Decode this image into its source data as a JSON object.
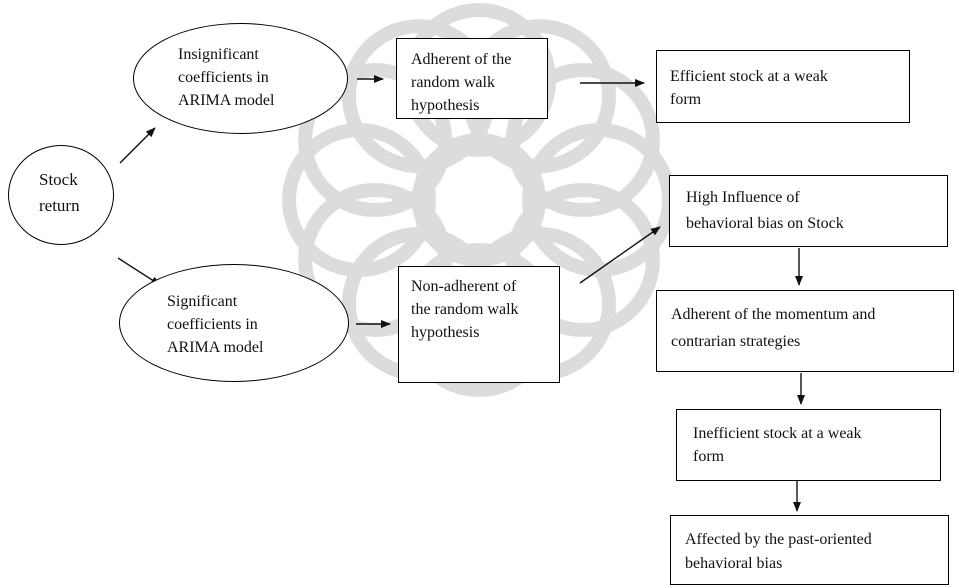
{
  "watermark_color": "#dcdcdc",
  "nodes": {
    "stock_return": "Stock\nreturn",
    "insignificant": "Insignificant\ncoefficients in\nARIMA model",
    "significant": "Significant\ncoefficients in\nARIMA model",
    "adherent_random_walk": "Adherent of the\nrandom walk\nhypothesis",
    "non_adherent_random_walk": "Non-adherent of\nthe random walk\nhypothesis",
    "efficient_weak": "Efficient stock at a weak\nform",
    "high_influence": "High Influence of\nbehavioral bias on Stock",
    "adherent_momentum": "Adherent of the momentum and\ncontrarian strategies",
    "inefficient_weak": "Inefficient stock at a weak\nform",
    "affected_past": "Affected by the past-oriented\nbehavioral bias"
  },
  "edges": [
    {
      "from": "stock_return",
      "to": "insignificant"
    },
    {
      "from": "stock_return",
      "to": "significant"
    },
    {
      "from": "insignificant",
      "to": "adherent_random_walk"
    },
    {
      "from": "adherent_random_walk",
      "to": "efficient_weak"
    },
    {
      "from": "significant",
      "to": "non_adherent_random_walk"
    },
    {
      "from": "non_adherent_random_walk",
      "to": "high_influence"
    },
    {
      "from": "high_influence",
      "to": "adherent_momentum"
    },
    {
      "from": "adherent_momentum",
      "to": "inefficient_weak"
    },
    {
      "from": "inefficient_weak",
      "to": "affected_past"
    }
  ]
}
